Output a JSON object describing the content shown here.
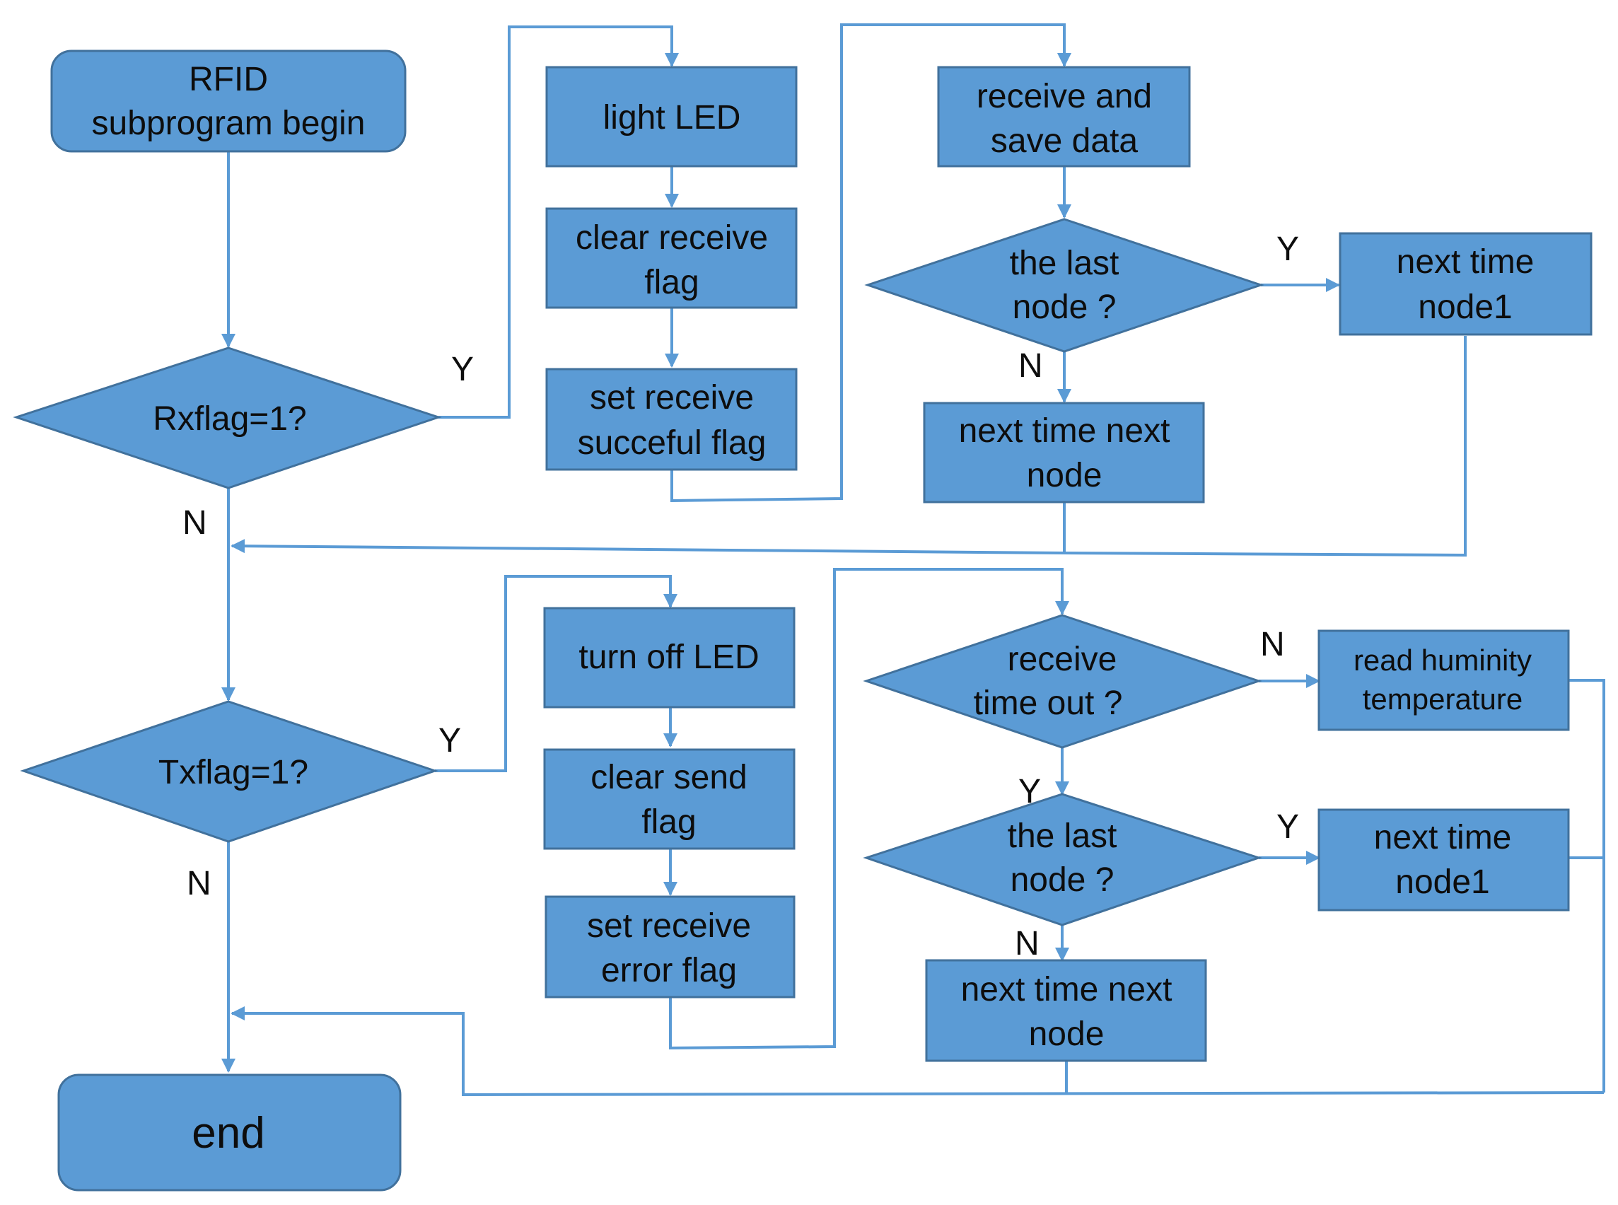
{
  "nodes": {
    "start": [
      "RFID",
      "subprogram begin"
    ],
    "rx_check": [
      "Rxflag=1?"
    ],
    "light_led": [
      "light LED"
    ],
    "clear_receive_flag": [
      "clear receive",
      "flag"
    ],
    "set_receive_success": [
      "set  receive",
      "succeful flag"
    ],
    "receive_save": [
      "receive and",
      "save data"
    ],
    "last_node_1": [
      "the last",
      "node ?"
    ],
    "next_node1_1": [
      "next time",
      "node1"
    ],
    "next_next_node_1": [
      "next time next",
      "node"
    ],
    "tx_check": [
      "Txflag=1?"
    ],
    "turn_off_led": [
      "turn off LED"
    ],
    "clear_send_flag": [
      "clear  send",
      "flag"
    ],
    "set_receive_error": [
      "set  receive",
      "error flag"
    ],
    "receive_timeout": [
      "receive",
      "time out ?"
    ],
    "read_humidity": [
      "read huminity",
      "temperature"
    ],
    "last_node_2": [
      "the last",
      "node ?"
    ],
    "next_node1_2": [
      "next time",
      "node1"
    ],
    "next_next_node_2": [
      "next time next",
      "node"
    ],
    "end": [
      "end"
    ]
  },
  "edge_labels": {
    "rx_yes": "Y",
    "rx_no": "N",
    "last1_yes": "Y",
    "last1_no": "N",
    "tx_yes": "Y",
    "tx_no": "N",
    "timeout_no": "N",
    "timeout_yes": "Y",
    "last2_yes": "Y",
    "last2_no": "N"
  },
  "colors": {
    "box_fill": "#5b9bd5",
    "box_stroke": "#41719c",
    "connector": "#5b9bd5",
    "text": "#0d0d0d"
  }
}
